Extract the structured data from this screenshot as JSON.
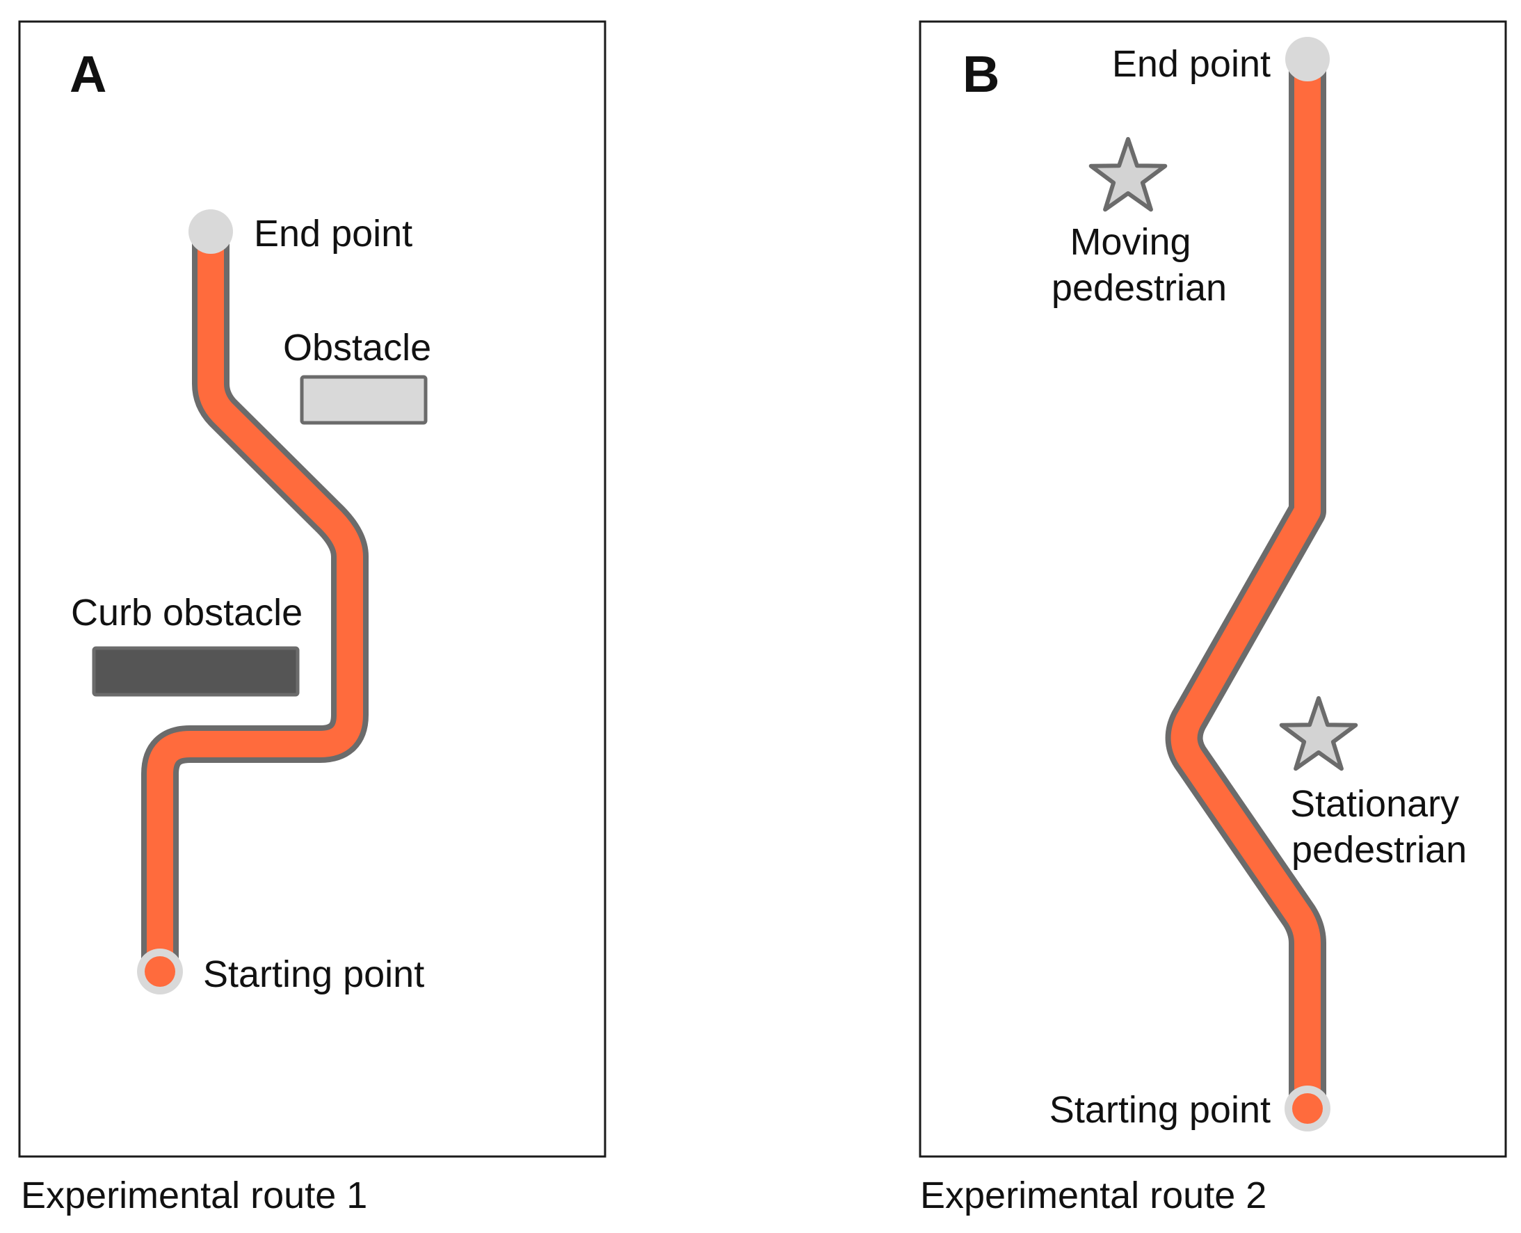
{
  "colors": {
    "route": "#ff6b3d",
    "route_outline": "#6b6b6b",
    "end_marker": "#d9d9d9",
    "obstacle_fill": "#d9d9d9",
    "curb_fill": "#555555",
    "pedestrian_fill": "#d3d3d3",
    "border": "#1a1a1a"
  },
  "panel_a": {
    "letter": "A",
    "end_label": "End point",
    "obstacle_label": "Obstacle",
    "curb_label": "Curb obstacle",
    "start_label": "Starting point",
    "caption": "Experimental route 1"
  },
  "panel_b": {
    "letter": "B",
    "end_label": "End point",
    "moving_label": [
      "Moving",
      "pedestrian"
    ],
    "stationary_label": [
      "Stationary",
      "pedestrian"
    ],
    "start_label": "Starting point",
    "caption": "Experimental route 2"
  },
  "icons": {
    "pedestrian_marker": "star-icon",
    "start_marker": "circle-icon",
    "end_marker": "circle-icon"
  }
}
